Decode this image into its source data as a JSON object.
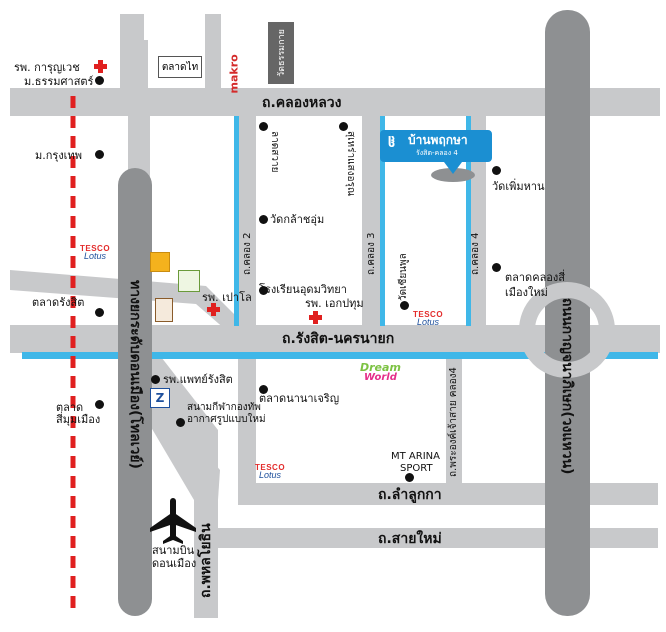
{
  "roads": {
    "khlong_luang": "ถ.คลองหลวง",
    "rangsit_nakhon_nayok": "ถ.รังสิต-นครนายก",
    "lam_luk_ka": "ถ.ลำลูกกา",
    "sai_mai": "ถ.สายใหม่",
    "phahonyothin": "ถ.พหลโยธิน",
    "khlong_2": "ถ.คลอง 2",
    "khlong_3": "ถ.คลอง 3",
    "khlong_4": "ถ.คลอง 4",
    "vibhavadi": "ทางยกระดับดอนเมือง(โทลเวย์)",
    "kanchanaphisek": "ถนนกาญจนาภิเษก(วงแหวน)",
    "phrakhru": "ถ.พระองค์เจ้าสาย คลอง4"
  },
  "places": {
    "rph_karunvej": "รพ. การุญเวช",
    "thammasat": "ม.ธรรมศาสตร์",
    "krungthep_uni": "ม.กรุงเทพ",
    "talad_thai": "ตลาดไท",
    "makro": "makro",
    "wat_thammakai": "วัดธรรมกาย",
    "lat_sawai_mosque": "ลาดสวาย",
    "sakon_mosque": "สุเหร่าแสงอรุณ",
    "wat_klasokum": "วัดกล้าชอุ่ม",
    "udom_school": "โรงเรียนอุดมวิทยา",
    "rph_pao": "รพ. เปาโล",
    "rph_ekkachai": "รพ. เอกปทุม",
    "wat_sietmai": "วัดเซียนพูล",
    "wat_phoemhan": "วัดเพิ่มหาน",
    "talad_khlong_si": "ตลาดคลองสี่",
    "muang_mai": "เมืองใหม่",
    "talad_rangsit": "ตลาดรังสิต",
    "rph_paet_rangsit": "รพ.แพทย์รังสิต",
    "talad_nanacharoen": "ตลาดนานาเจริญ",
    "stadium_1": "สนามกีฬากองทัพ",
    "stadium_2": "อากาศรูปแบบใหม่",
    "talad_simummuang_1": "ตลาด",
    "talad_simummuang_2": "สี่มุมเมือง",
    "mt_arina_1": "MT ARINA",
    "mt_arina_2": "SPORT",
    "donmueang_1": "สนามบิน",
    "donmueang_2": "ดอนเมือง",
    "dream_world_1": "Dream",
    "dream_world_2": "World"
  },
  "project": {
    "name": "บ้านพฤกษา",
    "sub": "รังสิต-คลอง 4"
  },
  "tesco": {
    "top": "TESCO",
    "bottom": "Lotus"
  },
  "colors": {
    "road": "#c8c9cb",
    "canal": "#3fb7e8",
    "highway": "#8e9092",
    "railway": "#e02020",
    "project_bg": "#1b8fd2",
    "hospital": "#e0201f",
    "makro": "#d42a2a"
  }
}
